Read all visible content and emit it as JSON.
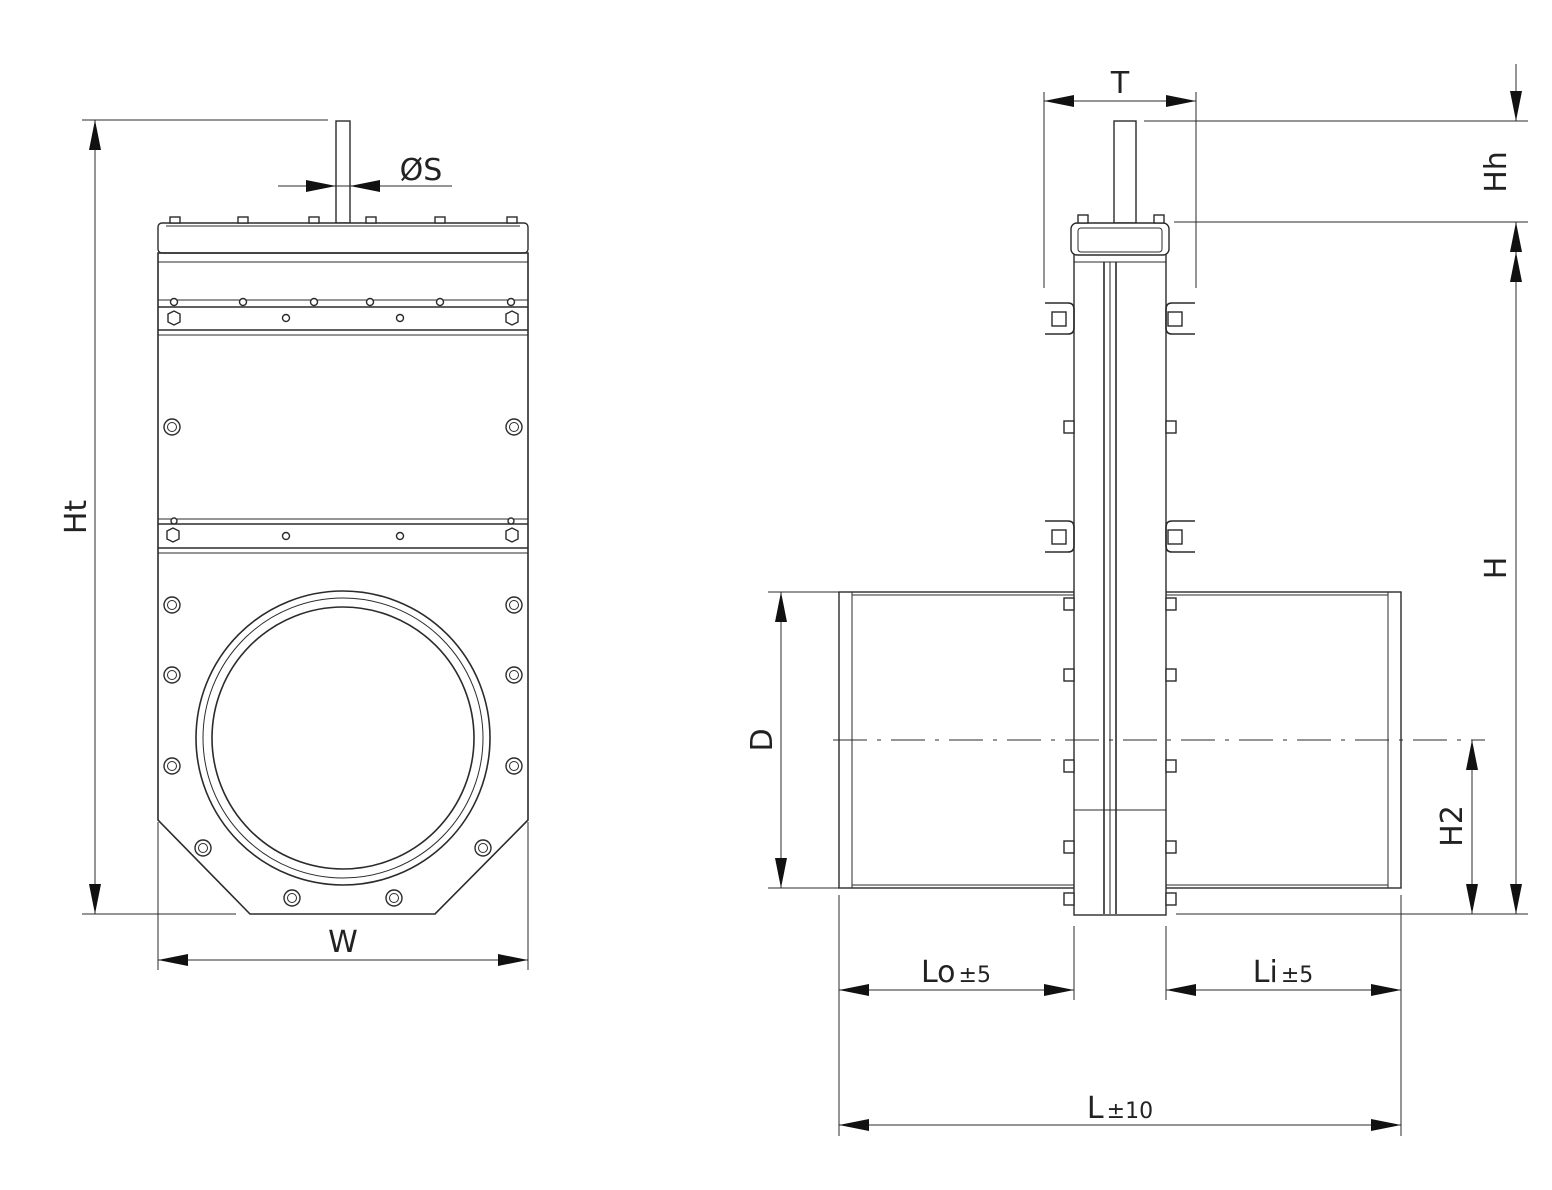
{
  "front_view": {
    "labels": {
      "overall_height": "Ht",
      "stem_diameter": "ØS",
      "width": "W"
    }
  },
  "side_view": {
    "labels": {
      "thickness": "T",
      "handwheel_height": "Hh",
      "height": "H",
      "diameter": "D",
      "center_height": "H2",
      "outlet_length": "Lo",
      "outlet_tolerance": "±5",
      "inlet_length": "Li",
      "inlet_tolerance": "±5",
      "total_length": "L",
      "total_tolerance": "±10"
    }
  }
}
